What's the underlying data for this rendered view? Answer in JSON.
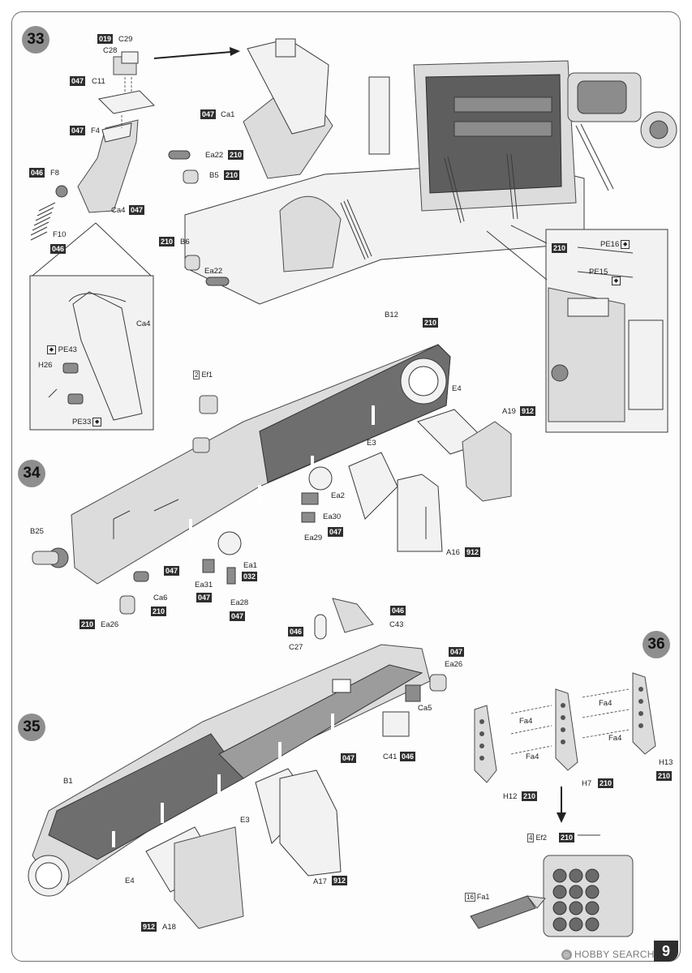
{
  "steps": [
    {
      "number": "33"
    },
    {
      "number": "34"
    },
    {
      "number": "35"
    },
    {
      "number": "36"
    }
  ],
  "step33": {
    "paint_codes": {
      "c29_group": "019",
      "c11": "047",
      "f4": "047",
      "f8": "046",
      "ca4": "047",
      "f10": "046",
      "ca1": "047",
      "ea22_top": "210",
      "b5": "210",
      "b6": "210",
      "inset_right": "210"
    },
    "labels": {
      "c29": "C29",
      "c28": "C28",
      "c11": "C11",
      "f4": "F4",
      "f8": "F8",
      "ca4": "Ca4",
      "f10": "F10",
      "ca1": "Ca1",
      "ea22_top": "Ea22",
      "b5": "B5",
      "b6": "B6",
      "ea22_bottom": "Ea22",
      "inset_ca4": "Ca4",
      "pe43": "PE43",
      "h26": "H26",
      "pe33": "PE33",
      "pe16": "PE16",
      "pe15": "PE15"
    }
  },
  "step34": {
    "labels": {
      "b12": "B12",
      "ef1": "Ef1",
      "ef1_qty": "2",
      "e4": "E4",
      "a19": "A19",
      "e3": "E3",
      "ea2": "Ea2",
      "ea30": "Ea30",
      "ea29": "Ea29",
      "a16": "A16",
      "b25": "B25",
      "ea1": "Ea1",
      "ea31": "Ea31",
      "ea28": "Ea28",
      "ca6": "Ca6",
      "ea26": "Ea26"
    },
    "paint_codes": {
      "b12": "210",
      "a19": "912",
      "ea29": "047",
      "a16": "912",
      "hull": "047",
      "ea1": "032",
      "ea31": "047",
      "ea28": "047",
      "ca6": "210",
      "ea26": "210"
    }
  },
  "step35": {
    "labels": {
      "c27": "C27",
      "c43": "C43",
      "ea26": "Ea26",
      "ca5": "Ca5",
      "c41": "C41",
      "b1": "B1",
      "e3": "E3",
      "e4": "E4",
      "a17": "A17",
      "a18": "A18"
    },
    "paint_codes": {
      "c27": "046",
      "c43": "046",
      "ea26": "047",
      "c41": "046",
      "hull": "047",
      "a17": "912",
      "a18": "912"
    }
  },
  "step36": {
    "labels": {
      "fa4_a": "Fa4",
      "fa4_b": "Fa4",
      "fa4_c": "Fa4",
      "fa4_d": "Fa4",
      "h13": "H13",
      "h12": "H12",
      "h7": "H7",
      "ef2": "Ef2",
      "ef2_qty": "4",
      "fa1": "Fa1",
      "fa1_qty": "16"
    },
    "paint_codes": {
      "h13": "210",
      "h12": "210",
      "h7": "210",
      "ef2": "210"
    }
  },
  "watermark": "HOBBY SEARCH",
  "page_number": "9"
}
